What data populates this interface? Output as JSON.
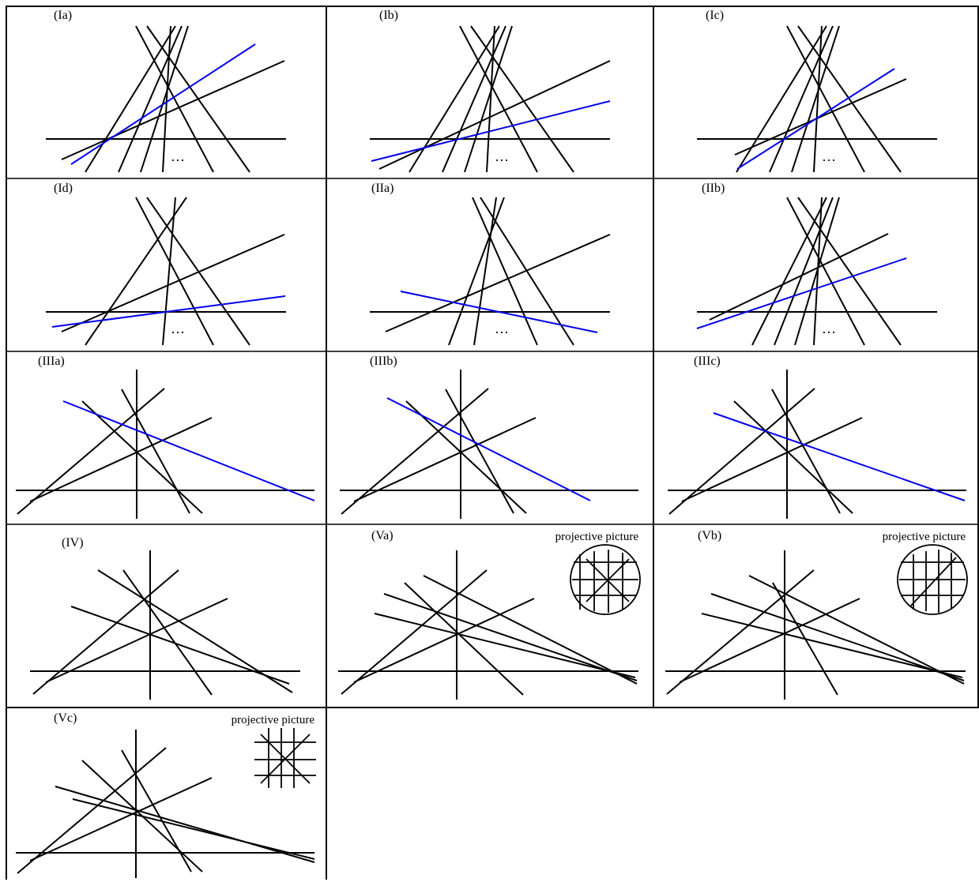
{
  "colors": {
    "line": "#000000",
    "highlight": "#0000ee",
    "background": "#ffffff"
  },
  "panels": [
    {
      "id": "Ia",
      "label": "(Ia)"
    },
    {
      "id": "Ib",
      "label": "(Ib)"
    },
    {
      "id": "Ic",
      "label": "(Ic)"
    },
    {
      "id": "Id",
      "label": "(Id)"
    },
    {
      "id": "IIa",
      "label": "(IIa)"
    },
    {
      "id": "IIb",
      "label": "(IIb)"
    },
    {
      "id": "IIIa",
      "label": "(IIIa)"
    },
    {
      "id": "IIIb",
      "label": "(IIIb)"
    },
    {
      "id": "IIIc",
      "label": "(IIIc)"
    },
    {
      "id": "IV",
      "label": "(IV)"
    },
    {
      "id": "Va",
      "label": "(Va)",
      "caption": "projective picture"
    },
    {
      "id": "Vb",
      "label": "(Vb)",
      "caption": "projective picture"
    },
    {
      "id": "Vc",
      "label": "(Vc)",
      "caption": "projective picture"
    }
  ],
  "ellipsis": "…"
}
